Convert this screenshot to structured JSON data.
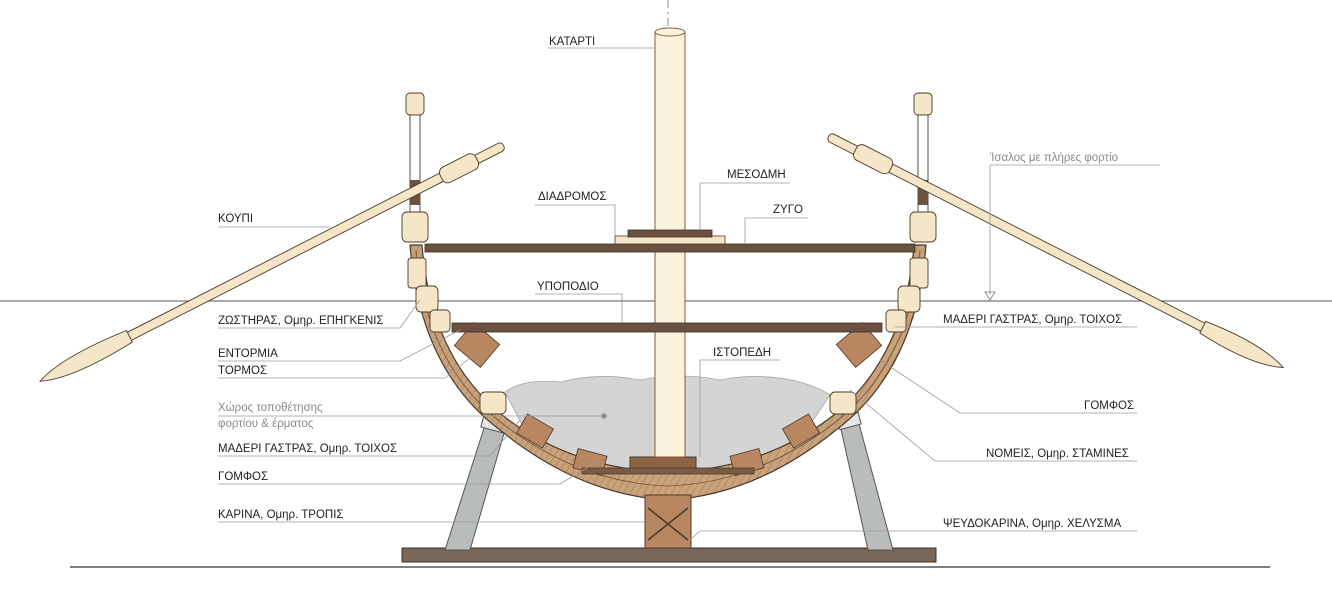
{
  "labels": {
    "mast": "ΚΑΤΑΡΤΙ",
    "oar": "ΚΟΥΠΙ",
    "gangway": "ΔΙΑΔΡΟΜΟΣ",
    "mast_partner": "ΜΕΣΟΔΜΗ",
    "thwart": "ΖΥΓΟ",
    "waterline": "Ίσαλος με πλήρες φορτίο",
    "footrest": "ΥΠΟΠΟΔΙΟ",
    "wale": "ΖΩΣΤΗΡΑΣ, Ομηρ. ΕΠΗΓΚΕΝΙΣ",
    "hull_planks_right": "ΜΑΔΕΡΙ ΓΑΣΤΡΑΣ, Ομηρ. ΤΟΙΧΟΣ",
    "stringer": "ΕΝΤΟΡΜΙΑ",
    "thole": "ΤΟΡΜΟΣ",
    "mast_step": "ΙΣΤΟΠΕΔΗ",
    "cargo_space_line1": "Χώρος τοποθέτησης",
    "cargo_space_line2": "φορτίου & έρματος",
    "tenon_right": "ΓΟΜΦΟΣ",
    "hull_planks_left": "ΜΑΔΕΡΙ ΓΑΣΤΡΑΣ, Ομηρ. ΤΟΙΧΟΣ",
    "frames": "ΝΟΜΕΙΣ, Ομηρ. ΣΤΑΜΙΝΕΣ",
    "tenon_left": "ΓΟΜΦΟΣ",
    "keel": "ΚΑΡΙΝΑ, Ομηρ. ΤΡΟΠΙΣ",
    "false_keel": "ΨΕΥΔΟΚΑΡΙΝΑ, Ομηρ. ΧΕΛΥΣΜΑ"
  },
  "colors": {
    "wood_dark": "#6b5140",
    "wood_light": "#c9a27a",
    "wood_pale": "#f4e6c6",
    "wood_mid": "#b88660",
    "support": "#b9bcbc",
    "cargo": "#d4d4d4",
    "outline": "#4a3a2a"
  }
}
